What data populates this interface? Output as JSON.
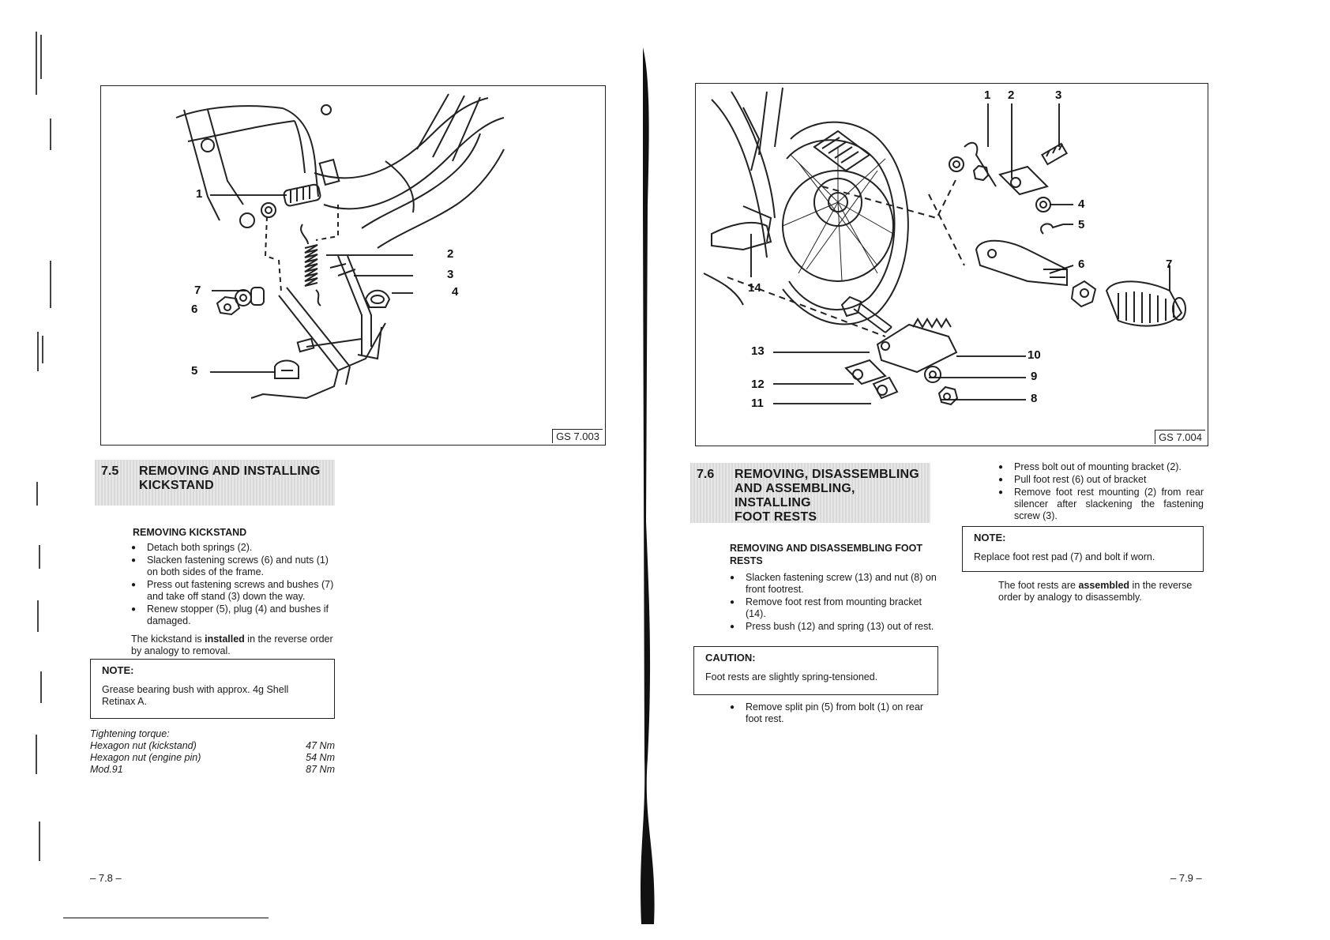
{
  "left_page": {
    "figure": {
      "code": "GS 7.003",
      "callouts": [
        "1",
        "2",
        "3",
        "4",
        "5",
        "6",
        "7"
      ]
    },
    "section": {
      "number": "7.5",
      "title_line1": "REMOVING AND INSTALLING",
      "title_line2": "KICKSTAND"
    },
    "subheading": "REMOVING KICKSTAND",
    "bullets": [
      "Detach both springs (2).",
      "Slacken fastening screws (6) and nuts (1) on both sides of the frame.",
      "Press out fastening screws and bushes (7) and take off stand (3) down the way.",
      "Renew stopper (5), plug (4) and bushes if damaged."
    ],
    "install_pre": "The kickstand is ",
    "install_bold": "installed",
    "install_post": " in the reverse order by analogy to removal.",
    "note": {
      "heading": "NOTE:",
      "text": "Grease bearing bush with approx. 4g Shell Retinax A."
    },
    "torque": {
      "heading": "Tightening torque:",
      "rows": [
        {
          "label": "Hexagon nut (kickstand)",
          "value": "47 Nm"
        },
        {
          "label": "Hexagon nut (engine pin)",
          "value": "54 Nm"
        },
        {
          "label": "Mod.91",
          "value": "87 Nm"
        }
      ]
    },
    "page_number": "– 7.8 –"
  },
  "right_page": {
    "figure": {
      "code": "GS 7.004",
      "callouts": [
        "1",
        "2",
        "3",
        "4",
        "5",
        "6",
        "7",
        "8",
        "9",
        "10",
        "11",
        "12",
        "13",
        "14"
      ]
    },
    "section": {
      "number": "7.6",
      "title_line1": "REMOVING, DISASSEMBLING",
      "title_line2": "AND ASSEMBLING, INSTALLING",
      "title_line3": "FOOT RESTS"
    },
    "subheading_line1": "REMOVING AND DISASSEMBLING FOOT",
    "subheading_line2": "RESTS",
    "bullets": [
      "Slacken fastening screw (13) and nut (8) on front footrest.",
      "Remove foot rest from mounting bracket (14).",
      "Press bush (12) and spring (13) out of rest."
    ],
    "caution": {
      "heading": "CAUTION:",
      "text": "Foot rests are slightly spring-tensioned."
    },
    "bullets_2": [
      "Remove split pin (5) from bolt (1) on rear foot rest."
    ],
    "bullets_col2": [
      "Press bolt out of mounting bracket (2).",
      "Pull foot rest (6) out of bracket",
      "Remove foot rest mounting (2) from rear silencer after slackening the fastening screw (3)."
    ],
    "note": {
      "heading": "NOTE:",
      "text": "Replace foot rest pad (7) and bolt if worn."
    },
    "assemble_pre": "The foot rests are ",
    "assemble_bold": "assembled",
    "assemble_post": " in the reverse order by analogy to disassembly.",
    "page_number": "– 7.9 –"
  }
}
